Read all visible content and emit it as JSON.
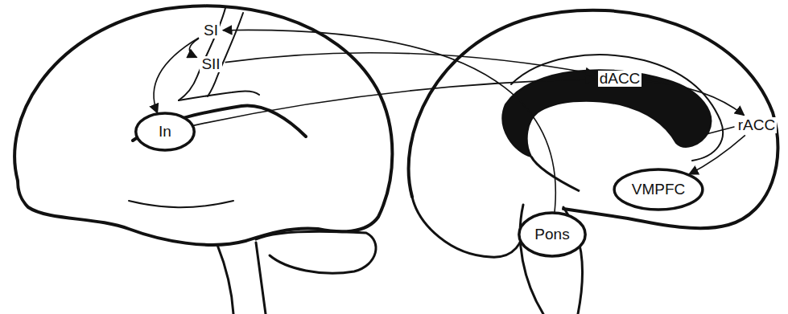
{
  "diagram": {
    "nodes": [
      {
        "text": [
          "SI"
        ]
      },
      {
        "text": [
          "SII"
        ]
      },
      {
        "text": [
          "In"
        ]
      },
      {
        "text": [
          "dACC"
        ]
      },
      {
        "text": [
          "rACC"
        ]
      },
      {
        "text": [
          "VMPFC"
        ]
      },
      {
        "text": [
          "Pons"
        ]
      }
    ],
    "edges": [
      {
        "from": 6,
        "to": 0,
        "arrow": "to"
      },
      {
        "from": 0,
        "to": 1,
        "arrow": "to"
      },
      {
        "from": 0,
        "to": 2,
        "arrow": "to"
      },
      {
        "from": 1,
        "to": 3,
        "arrow": "to"
      },
      {
        "from": 2,
        "to": 3,
        "arrow": "to"
      },
      {
        "from": 3,
        "to": 4,
        "arrow": "to"
      },
      {
        "from": 4,
        "to": 5,
        "arrow": "to"
      }
    ]
  }
}
